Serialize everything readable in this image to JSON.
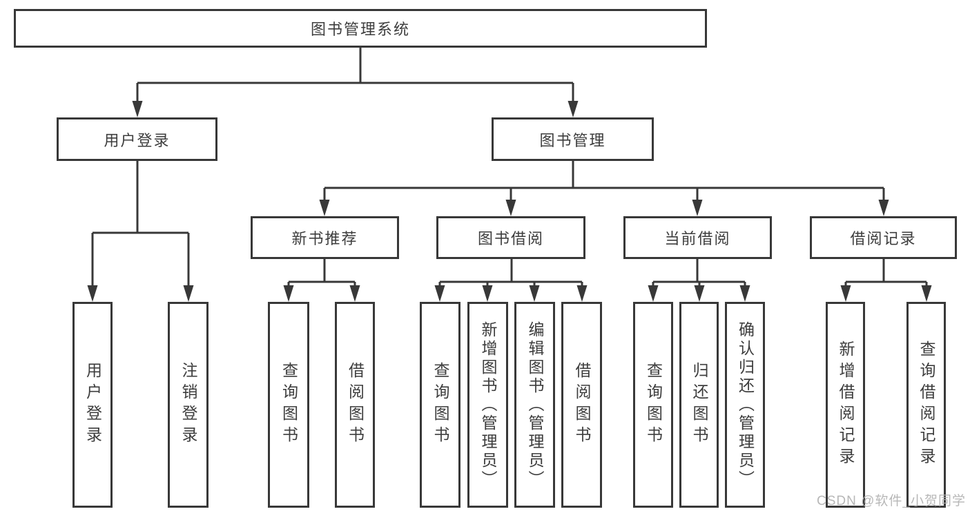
{
  "tree": {
    "root_label": "图书管理系统",
    "level2": [
      {
        "label": "用户登录"
      },
      {
        "label": "图书管理"
      }
    ],
    "level3": [
      {
        "label": "新书推荐"
      },
      {
        "label": "图书借阅"
      },
      {
        "label": "当前借阅"
      },
      {
        "label": "借阅记录"
      }
    ],
    "leaves": {
      "user_login": [
        "用户登录",
        "注销登录"
      ],
      "new_books": [
        "查询图书",
        "借阅图书"
      ],
      "book_borrowing": [
        "查询图书",
        "新增图书（管理员）",
        "编辑图书（管理员）",
        "借阅图书"
      ],
      "current_borrowing": [
        "查询图书",
        "归还图书",
        "确认归还（管理员）"
      ],
      "borrow_records": [
        "新增借阅记录",
        "查询借阅记录"
      ]
    }
  },
  "watermark": {
    "text": "CSDN @软件_小贺同学"
  },
  "colors": {
    "line": "#383838",
    "text": "#3d3d3d",
    "bg": "#ffffff",
    "watermark": "#b0b0b0"
  }
}
